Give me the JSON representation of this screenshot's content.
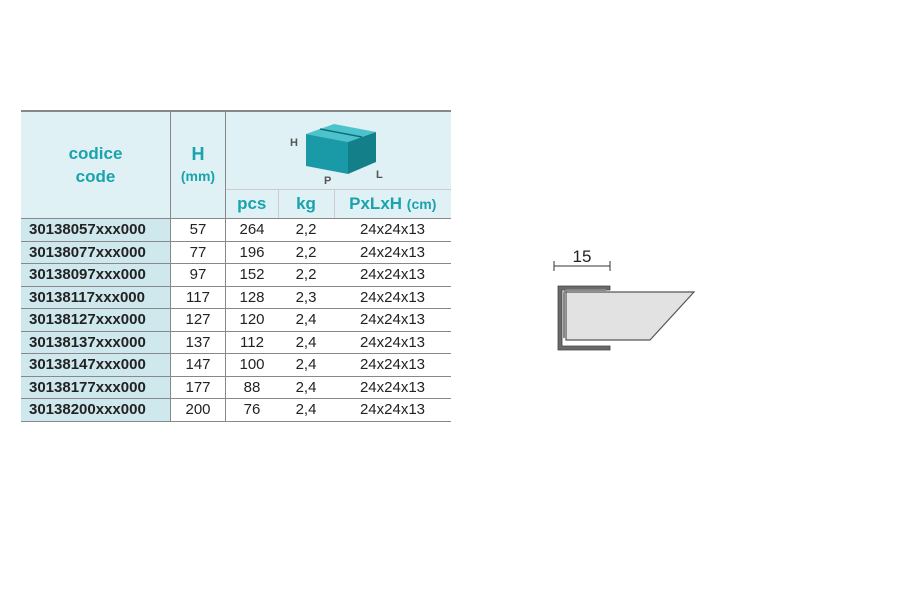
{
  "table": {
    "header": {
      "codice_it": "codice",
      "codice_en": "code",
      "h_label": "H",
      "h_unit": "(mm)",
      "box_labels": {
        "h": "H",
        "p": "P",
        "l": "L"
      },
      "pcs": "pcs",
      "kg": "kg",
      "dims": "PxLxH",
      "dims_unit": "(cm)"
    },
    "rows": [
      {
        "code": "30138057xxx000",
        "h": "57",
        "pcs": "264",
        "kg": "2,2",
        "dims": "24x24x13"
      },
      {
        "code": "30138077xxx000",
        "h": "77",
        "pcs": "196",
        "kg": "2,2",
        "dims": "24x24x13"
      },
      {
        "code": "30138097xxx000",
        "h": "97",
        "pcs": "152",
        "kg": "2,2",
        "dims": "24x24x13"
      },
      {
        "code": "30138117xxx000",
        "h": "117",
        "pcs": "128",
        "kg": "2,3",
        "dims": "24x24x13"
      },
      {
        "code": "30138127xxx000",
        "h": "127",
        "pcs": "120",
        "kg": "2,4",
        "dims": "24x24x13"
      },
      {
        "code": "30138137xxx000",
        "h": "137",
        "pcs": "112",
        "kg": "2,4",
        "dims": "24x24x13"
      },
      {
        "code": "30138147xxx000",
        "h": "147",
        "pcs": "100",
        "kg": "2,4",
        "dims": "24x24x13"
      },
      {
        "code": "30138177xxx000",
        "h": "177",
        "pcs": "88",
        "kg": "2,4",
        "dims": "24x24x13"
      },
      {
        "code": "30138200xxx000",
        "h": "200",
        "pcs": "76",
        "kg": "2,4",
        "dims": "24x24x13"
      }
    ]
  },
  "profile": {
    "dimension_label": "15"
  },
  "colors": {
    "accent": "#1aa3ad",
    "header_bg": "#dff1f4",
    "code_bg": "#cfe8ee",
    "box": "#1a9aa6"
  }
}
